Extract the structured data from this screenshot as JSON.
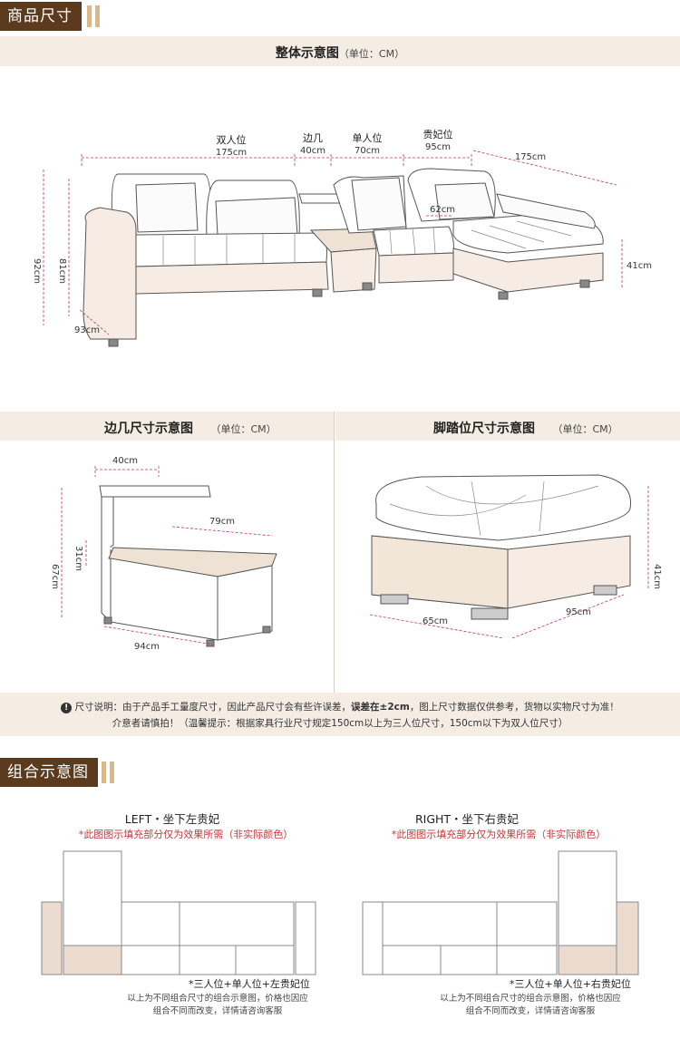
{
  "section1": {
    "header": "商品尺寸",
    "band_title": "整体示意图",
    "band_unit": "（单位：CM）",
    "labels": {
      "double_seat": "双人位",
      "double_seat_dim": "175cm",
      "side_table": "边几",
      "side_table_dim": "40cm",
      "single_seat": "单人位",
      "single_seat_dim": "70cm",
      "chaise": "贵妃位",
      "chaise_dim": "95cm",
      "chaise_len": "175cm",
      "seat_depth": "62cm",
      "height_total": "92cm",
      "height_back": "81cm",
      "depth": "93cm",
      "chaise_height": "41cm"
    }
  },
  "section2": {
    "left_title": "边几尺寸示意图",
    "left_unit": "（单位：CM）",
    "right_title": "脚踏位尺寸示意图",
    "right_unit": "（单位：CM）",
    "table": {
      "top_w": "40cm",
      "len": "79cm",
      "h_low": "31cm",
      "h_total": "67cm",
      "depth": "94cm"
    },
    "ottoman": {
      "w": "65cm",
      "l": "95cm",
      "h": "41cm"
    }
  },
  "notice": {
    "line1_a": "尺寸说明：由于产品手工量度尺寸，因此产品尺寸会有些许误差，",
    "line1_b": "误差在±2cm",
    "line1_c": "，图上尺寸数据仅供参考，货物以实物尺寸为准！",
    "line2": "介意者请慎拍！（温馨提示：根据家具行业尺寸规定150cm以上为三人位尺寸，150cm以下为双人位尺寸）"
  },
  "section3": {
    "header": "组合示意图",
    "left": {
      "title": "LEFT・坐下左贵妃",
      "note": "*此图图示填充部分仅为效果所需（非实际颜色）",
      "desc": "*三人位+单人位+左贵妃位",
      "sub1": "以上为不同组合尺寸的组合示意图，价格也因应",
      "sub2": "组合不同而改变，详情请咨询客服"
    },
    "right": {
      "title": "RIGHT・坐下右贵妃",
      "note": "*此图图示填充部分仅为效果所需（非实际颜色）",
      "desc": "*三人位+单人位+右贵妃位",
      "sub1": "以上为不同组合尺寸的组合示意图，价格也因应",
      "sub2": "组合不同而改变，详情请咨询客服"
    }
  },
  "colors": {
    "header_bg": "#5c3a1e",
    "beige": "#f5ede4",
    "accent": "#c23a3a",
    "dim_line": "#c0306a"
  }
}
